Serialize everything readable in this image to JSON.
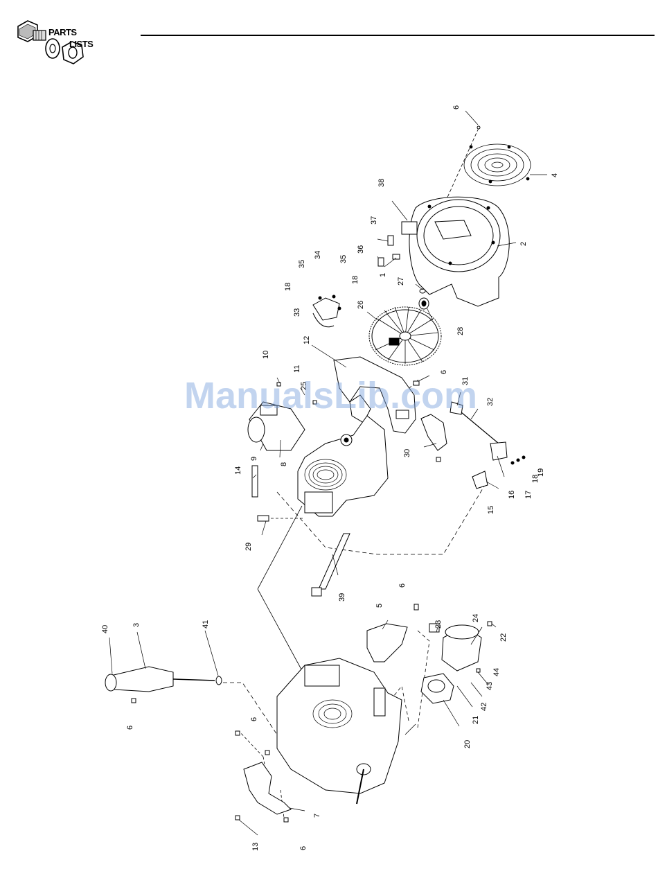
{
  "header": {
    "logo_text_line1": "PARTS",
    "logo_text_line2": "LISTS"
  },
  "watermark": "ManualsLib.com",
  "diagram": {
    "labels": [
      "6",
      "4",
      "2",
      "38",
      "37",
      "36",
      "1",
      "27",
      "28",
      "26",
      "35",
      "34",
      "35",
      "18",
      "18",
      "33",
      "12",
      "10",
      "11",
      "25",
      "6",
      "31",
      "32",
      "9",
      "8",
      "14",
      "30",
      "19",
      "18",
      "17",
      "16",
      "15",
      "29",
      "39",
      "6",
      "5",
      "24",
      "23",
      "22",
      "40",
      "3",
      "41",
      "44",
      "43",
      "42",
      "21",
      "20",
      "6",
      "6",
      "7",
      "13",
      "6"
    ]
  }
}
